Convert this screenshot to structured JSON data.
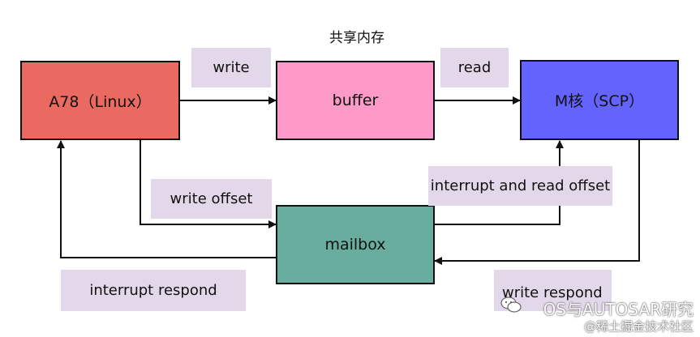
{
  "title": "共享内存",
  "nodes": {
    "a78": {
      "label": "A78（Linux）",
      "color": "#ea6a62"
    },
    "buffer": {
      "label": "buffer",
      "color": "#fd9ac8"
    },
    "mcore": {
      "label": "M核（SCP）",
      "color": "#6463fd"
    },
    "mailbox": {
      "label": "mailbox",
      "color": "#68ad9d"
    }
  },
  "edge_labels": {
    "write": "write",
    "read": "read",
    "write_offset": "write offset",
    "interrupt_read_offset": "interrupt and read offset",
    "interrupt_respond": "interrupt respond",
    "write_respond": "write respond"
  },
  "watermark": {
    "line1": "OS与AUTOSAR研究",
    "line2": "@稀土掘金技术社区"
  },
  "colors": {
    "label_bg": "#e3d8ea",
    "line": "#111111"
  }
}
